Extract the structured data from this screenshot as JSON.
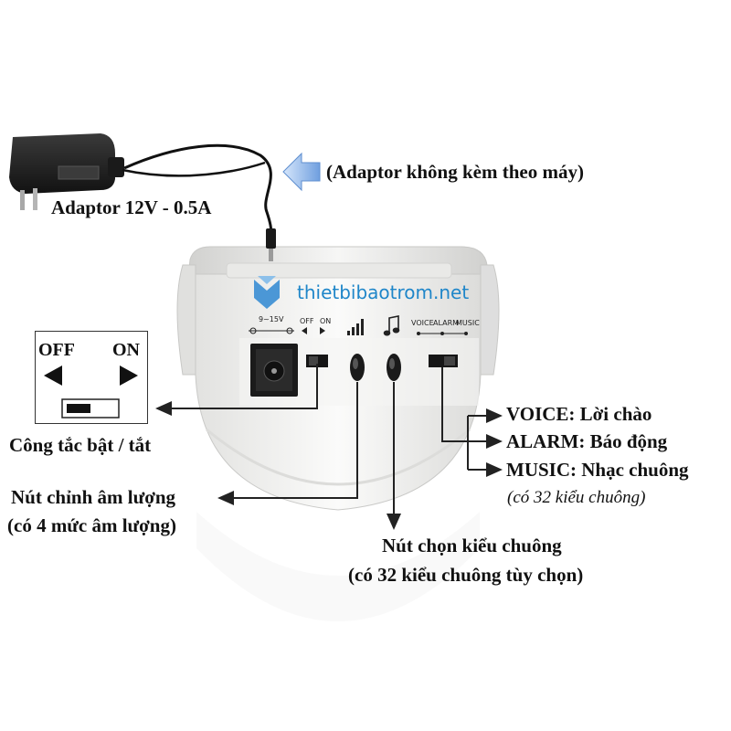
{
  "adaptor": {
    "label": "Adaptor 12V - 0.5A",
    "note": "(Adaptor không kèm theo máy)"
  },
  "watermark": "thietbibaotrom.net",
  "device_panel": {
    "power_label": "9~15V",
    "switch_off": "OFF",
    "switch_on": "ON",
    "mode_labels": [
      "VOICE",
      "ALARM",
      "MUSIC"
    ]
  },
  "switch_inset": {
    "off": "OFF",
    "on": "ON"
  },
  "callouts": {
    "switch": "Công tắc bật / tắt",
    "volume_title": "Nút chỉnh âm lượng",
    "volume_sub": "(có 4 mức âm lượng)",
    "ringtone_title": "Nút chọn kiểu chuông",
    "ringtone_sub": "(có 32 kiểu chuông tùy chọn)",
    "modes": [
      "VOICE: Lời chào",
      "ALARM: Báo động",
      "MUSIC: Nhạc chuông"
    ],
    "music_note": "(có 32 kiểu chuông)"
  },
  "colors": {
    "watermark": "#1f86c9",
    "arrow_blue": "#7aa6e0",
    "device_body": "#f4f4f2"
  }
}
